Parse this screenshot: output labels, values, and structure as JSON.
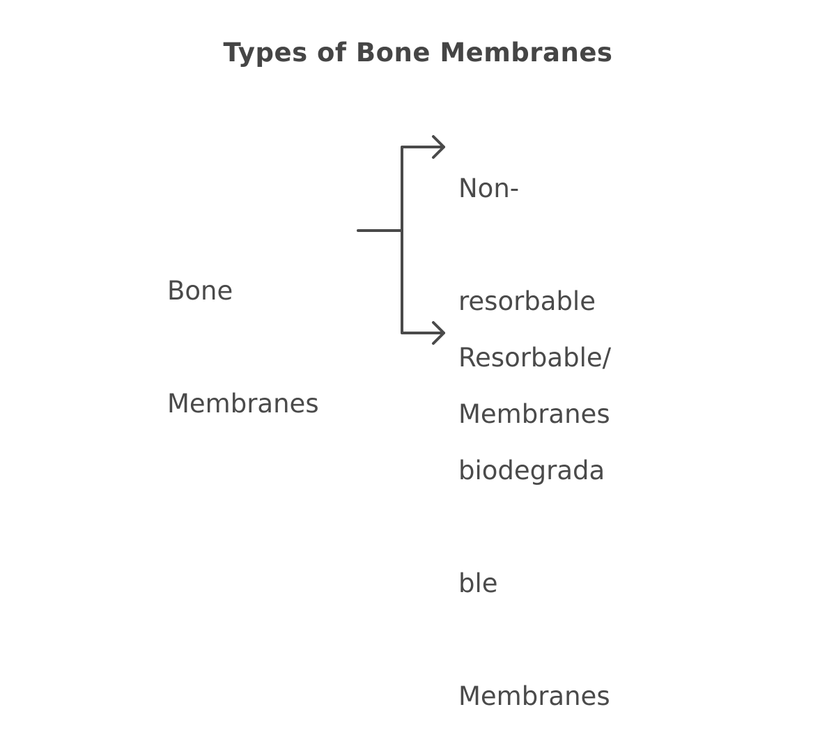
{
  "title": "Types of Bone Membranes",
  "root": {
    "label_lines": [
      "Bone",
      "Membranes"
    ]
  },
  "branches": [
    {
      "label_lines": [
        "Non-",
        "resorbable",
        "Membranes"
      ]
    },
    {
      "label_lines": [
        "Resorbable/",
        "biodegrada",
        "ble",
        "Membranes"
      ]
    }
  ],
  "colors": {
    "text": "#4a4a4a",
    "line": "#4a4a4a",
    "background": "#ffffff"
  }
}
